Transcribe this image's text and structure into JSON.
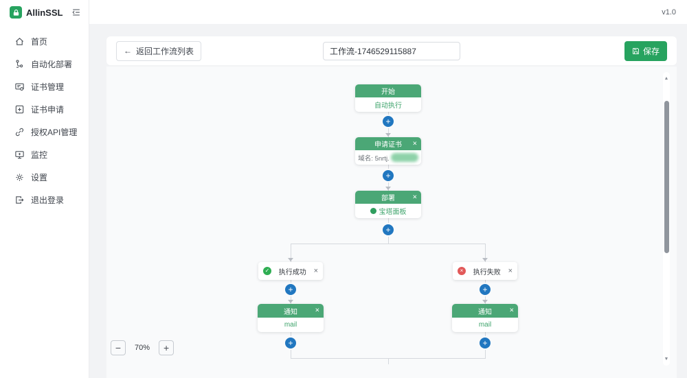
{
  "app": {
    "brand": "AllinSSL",
    "version": "v1.0"
  },
  "colors": {
    "brand_green": "#27a35f",
    "node_header_green": "#4ba776",
    "plus_blue": "#2177c0",
    "success_green": "#2fae53",
    "error_red": "#e25959"
  },
  "sidebar": {
    "items": [
      {
        "label": "首页"
      },
      {
        "label": "自动化部署"
      },
      {
        "label": "证书管理"
      },
      {
        "label": "证书申请"
      },
      {
        "label": "授权API管理"
      },
      {
        "label": "监控"
      },
      {
        "label": "设置"
      },
      {
        "label": "退出登录"
      }
    ]
  },
  "toolbar": {
    "back_arrow": "←",
    "back_label": "返回工作流列表",
    "workflow_name": "工作流-1746529115887",
    "save_label": "保存"
  },
  "canvas": {
    "zoom_out": "−",
    "zoom_level": "70%",
    "zoom_in": "+",
    "plus": "+",
    "close": "×",
    "scroll_up": "▲",
    "scroll_down": "▼",
    "nodes": {
      "start": {
        "title": "开始",
        "body": "自动执行"
      },
      "apply": {
        "title": "申请证书",
        "domain_label": "域名: 5nrtj."
      },
      "deploy": {
        "title": "部署",
        "provider": "宝塔面板"
      },
      "branch_success": {
        "label": "执行成功",
        "icon_glyph": "✓"
      },
      "branch_fail": {
        "label": "执行失败",
        "icon_glyph": "×"
      },
      "notify_left": {
        "title": "通知",
        "channel": "mail"
      },
      "notify_right": {
        "title": "通知",
        "channel": "mail"
      }
    }
  }
}
